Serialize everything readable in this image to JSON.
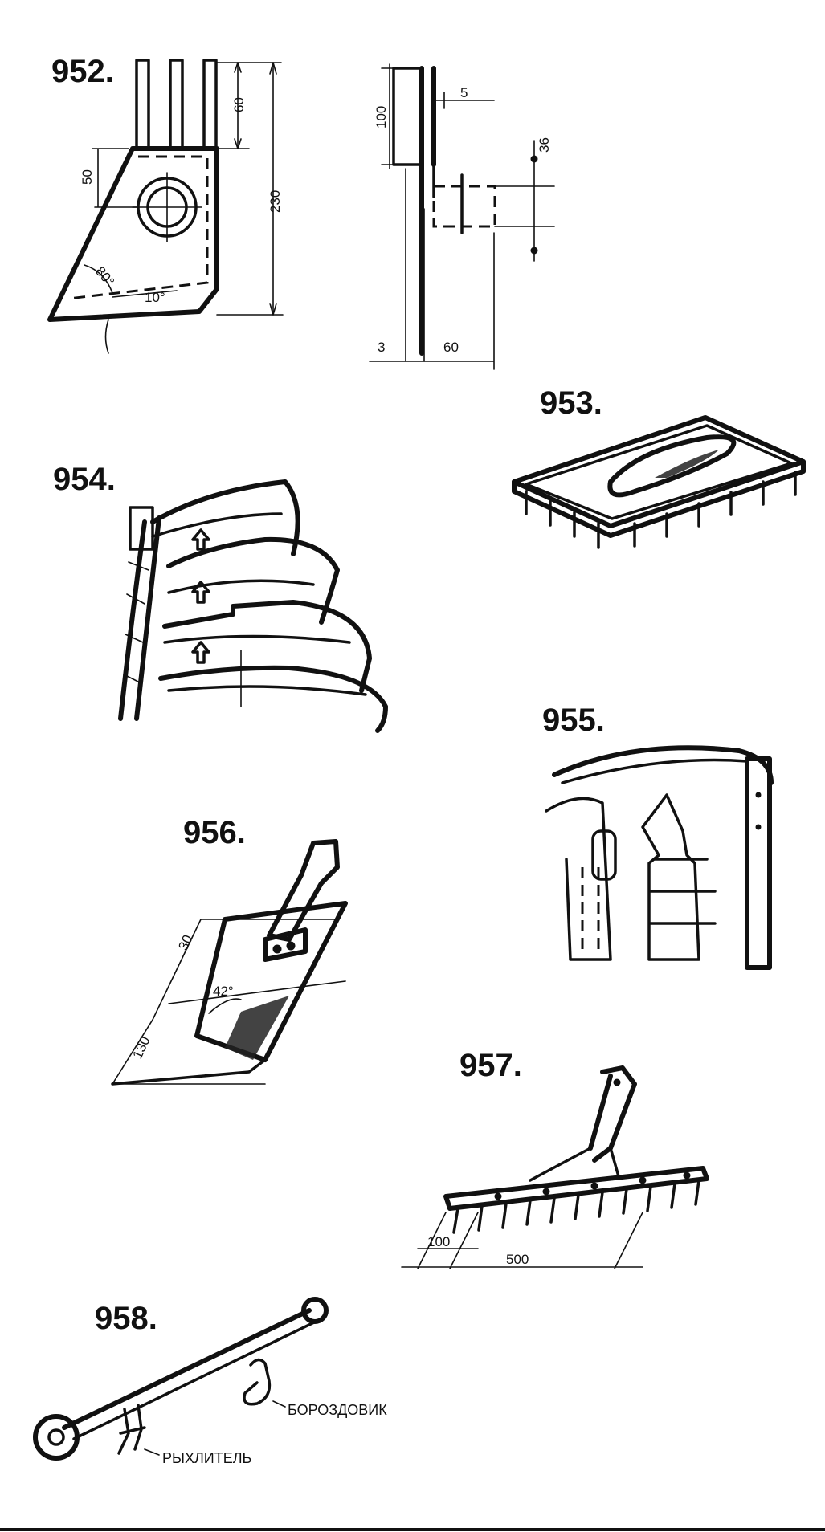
{
  "figures": {
    "f952": {
      "number": "952.",
      "dims": {
        "d60": "60",
        "d230": "230",
        "d50": "50",
        "a80": "80°",
        "a10": "10°",
        "d100": "100",
        "d5": "5",
        "d36": "36",
        "d3": "3",
        "d60b": "60"
      }
    },
    "f953": {
      "number": "953."
    },
    "f954": {
      "number": "954."
    },
    "f955": {
      "number": "955."
    },
    "f956": {
      "number": "956.",
      "dims": {
        "d30": "30",
        "a42": "42°",
        "d130": "130"
      }
    },
    "f957": {
      "number": "957.",
      "dims": {
        "d100": "100",
        "d500": "500"
      }
    },
    "f958": {
      "number": "958.",
      "labels": {
        "ryhlitel": "РЫХЛИТЕЛЬ",
        "borozdovik": "БОРОЗДОВИК"
      }
    }
  }
}
